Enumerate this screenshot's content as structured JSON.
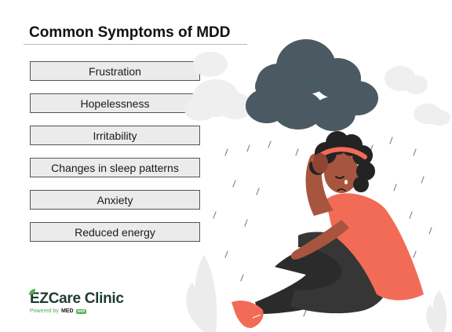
{
  "title": "Common Symptoms of MDD",
  "symptoms": [
    "Frustration",
    "Hopelessness",
    "Irritability",
    "Changes in sleep patterns",
    "Anxiety",
    "Reduced energy"
  ],
  "logo": {
    "name_ez": "EZ",
    "name_rest": "Care Clinic",
    "powered_by": "Powered by",
    "brand": "MED",
    "brand_pill": "web"
  },
  "colors": {
    "cloud": "#4b5a62",
    "shirt": "#f26b57",
    "skin": "#a8553f",
    "hair": "#232323",
    "pants": "#2b2b2b",
    "accent_green": "#4caf50"
  },
  "icons": [
    "rain-cloud-icon",
    "leaf-icon"
  ]
}
